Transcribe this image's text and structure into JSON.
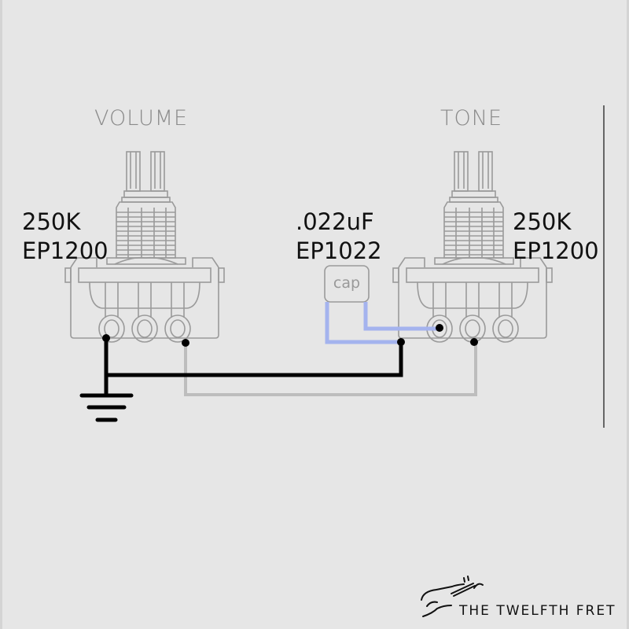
{
  "diagram": {
    "title_left": "VOLUME",
    "title_right": "TONE",
    "volume_pot": {
      "value": "250K",
      "part": "EP1200"
    },
    "tone_pot": {
      "value": "250K",
      "part": "EP1200"
    },
    "capacitor": {
      "value": ".022uF",
      "part": "EP1022",
      "body_label": "cap"
    },
    "wires": [
      {
        "name": "ground",
        "color": "#000000"
      },
      {
        "name": "volume-output-to-tone",
        "color": "#bdbdbd"
      },
      {
        "name": "capacitor-leads",
        "color": "#a4b3ee"
      }
    ],
    "colors": {
      "background": "#e6e6e6",
      "outline": "#9a9a9a",
      "black_wire": "#000000",
      "grey_wire": "#bdbdbd",
      "blue_wire": "#a4b3ee"
    }
  },
  "brand": {
    "name": "THE TWELFTH FRET",
    "logo": "guitar-logo-icon"
  }
}
